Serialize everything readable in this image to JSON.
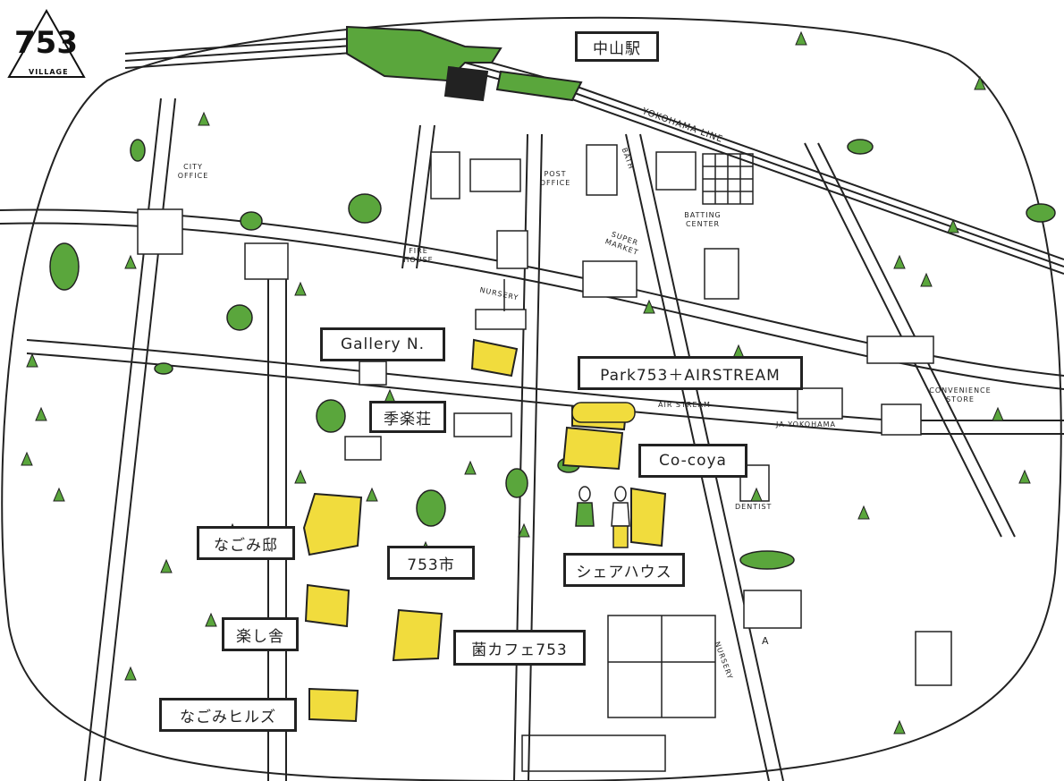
{
  "logo": {
    "number": "753",
    "sub": "VILLAGE"
  },
  "labels": {
    "station": "中山駅",
    "gallery": "Gallery N.",
    "shirakuso": "季楽荘",
    "park753": "Park753＋AIRSTREAM",
    "cocoya": "Co-coya",
    "nagomitei": "なごみ邸",
    "ichi753": "753市",
    "sharehouse": "シェアハウス",
    "tanoshisha": "楽し舎",
    "kincafe": "菌カフェ753",
    "nagomihills": "なごみヒルズ"
  },
  "small_labels": {
    "yokohama_line": "YOKOHAMA LINE",
    "city_office": "CITY OFFICE",
    "post_office": "POST OFFICE",
    "bath": "BATH",
    "batting_center": "BATTING CENTER",
    "fire_house": "FIRE HOUSE",
    "super_market": "SUPER MARKET",
    "nursery_top": "NURSERY",
    "air_stream": "AIR STREAM",
    "ja_yokohama": "JA YOKOHAMA",
    "convenience_store": "CONVENIENCE STORE",
    "dentist": "DENTIST",
    "nursery_bottom": "NURSERY",
    "letter_a": "A"
  },
  "colors": {
    "green": "#5aa63c",
    "yellow": "#f1dc3d",
    "line": "#222222",
    "background": "#ffffff"
  }
}
